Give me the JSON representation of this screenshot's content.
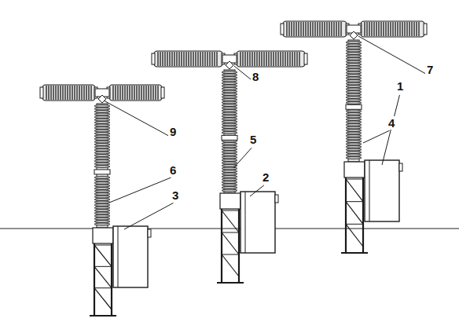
{
  "diagram": {
    "labels": [
      "7",
      "8",
      "9",
      "1",
      "4",
      "5",
      "2",
      "6",
      "3"
    ]
  }
}
